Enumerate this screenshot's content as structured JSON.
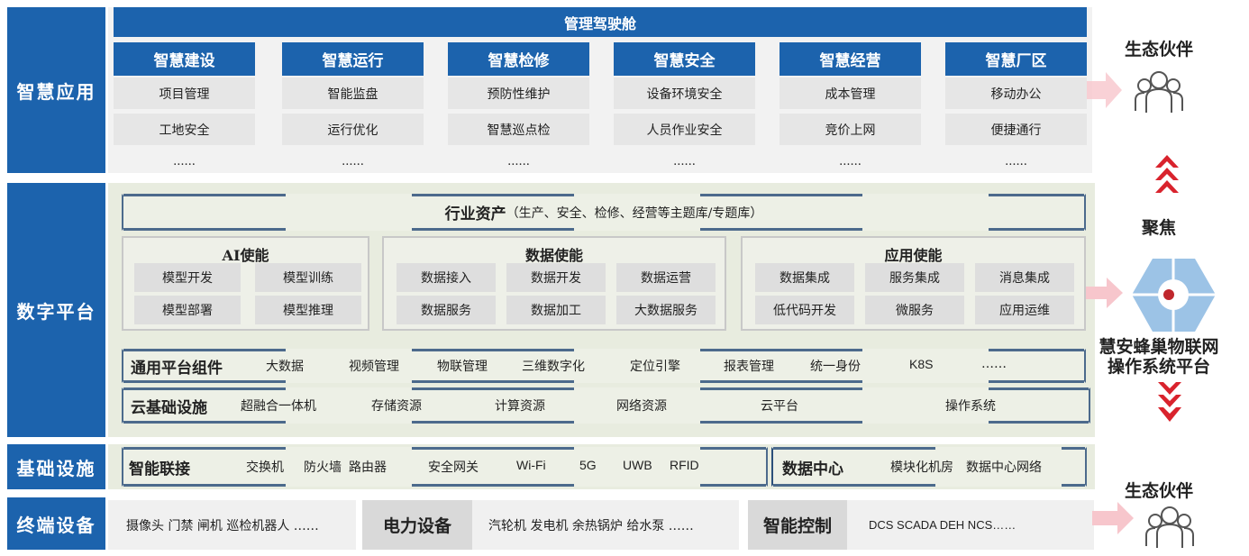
{
  "layers": {
    "app": "智慧应用",
    "platform": "数字平台",
    "infra": "基础设施",
    "terminal": "终端设备"
  },
  "cockpit": "管理驾驶舱",
  "app_columns": [
    {
      "title": "智慧建设",
      "items": [
        "项目管理",
        "工地安全"
      ]
    },
    {
      "title": "智慧运行",
      "items": [
        "智能监盘",
        "运行优化"
      ]
    },
    {
      "title": "智慧检修",
      "items": [
        "预防性维护",
        "智慧巡点检"
      ]
    },
    {
      "title": "智慧安全",
      "items": [
        "设备环境安全",
        "人员作业安全"
      ]
    },
    {
      "title": "智慧经营",
      "items": [
        "成本管理",
        "竞价上网"
      ]
    },
    {
      "title": "智慧厂区",
      "items": [
        "移动办公",
        "便捷通行"
      ]
    }
  ],
  "ellipsis": "......",
  "industry_assets": {
    "title": "行业资产",
    "sub": "（生产、安全、检修、经营等主题库/专题库）"
  },
  "panels": [
    {
      "title": "AI使能",
      "items": [
        "模型开发",
        "模型训练",
        "模型部署",
        "模型推理"
      ]
    },
    {
      "title": "数据使能",
      "items": [
        "数据接入",
        "数据开发",
        "数据运营",
        "数据服务",
        "数据加工",
        "大数据服务"
      ]
    },
    {
      "title": "应用使能",
      "items": [
        "数据集成",
        "服务集成",
        "消息集成",
        "低代码开发",
        "微服务",
        "应用运维"
      ]
    }
  ],
  "common": {
    "title": "通用平台组件",
    "items": [
      "大数据",
      "视频管理",
      "物联管理",
      "三维数字化",
      "定位引擎",
      "报表管理",
      "统一身份",
      "K8S",
      "……"
    ]
  },
  "cloud": {
    "title": "云基础设施",
    "items": [
      "超融合一体机",
      "存储资源",
      "计算资源",
      "网络资源",
      "云平台",
      "操作系统"
    ]
  },
  "connect": {
    "title": "智能联接",
    "items": [
      "交换机",
      "防火墙",
      "路由器",
      "安全网关",
      "Wi-Fi",
      "5G",
      "UWB",
      "RFID"
    ]
  },
  "datacenter": {
    "title": "数据中心",
    "items": [
      "模块化机房",
      "数据中心网络"
    ]
  },
  "terminal": [
    {
      "title": "",
      "items": "摄像头 门禁 闸机 巡检机器人 ……"
    },
    {
      "title": "电力设备",
      "items": "汽轮机 发电机 余热锅炉 给水泵 ……"
    },
    {
      "title": "智能控制",
      "items": "DCS  SCADA  DEH  NCS……"
    }
  ],
  "right": {
    "partner_top": "生态伙伴",
    "focus": "聚焦",
    "platform_name": "慧安蜂巢物联网\n操作系统平台",
    "partner_bottom": "生态伙伴"
  }
}
